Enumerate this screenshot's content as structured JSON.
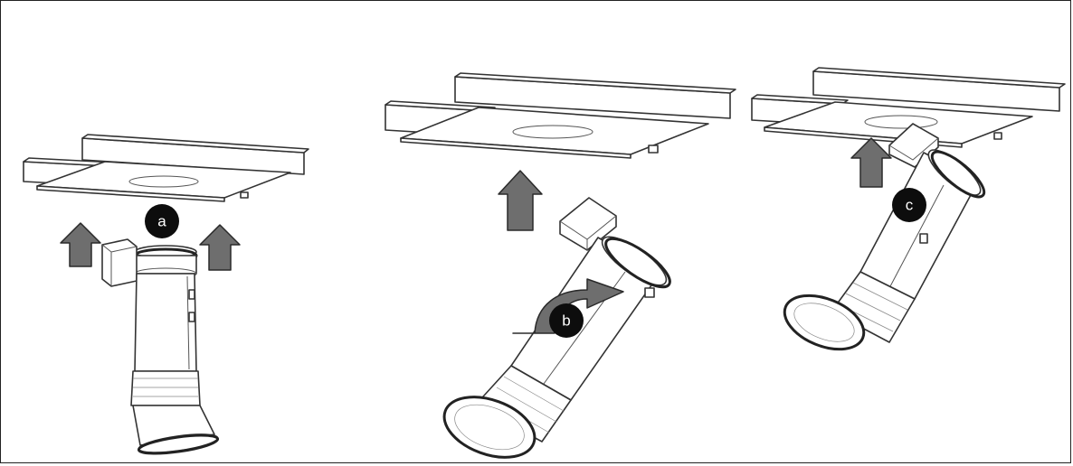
{
  "steps": [
    {
      "label": "a"
    },
    {
      "label": "b"
    },
    {
      "label": "c"
    }
  ],
  "colors": {
    "outline": "#333333",
    "arrow_fill": "#6e6e6e",
    "badge": "#0d0d0d",
    "background": "#ffffff"
  },
  "icons": [
    "up-arrow-icon",
    "rotate-arrow-icon"
  ]
}
